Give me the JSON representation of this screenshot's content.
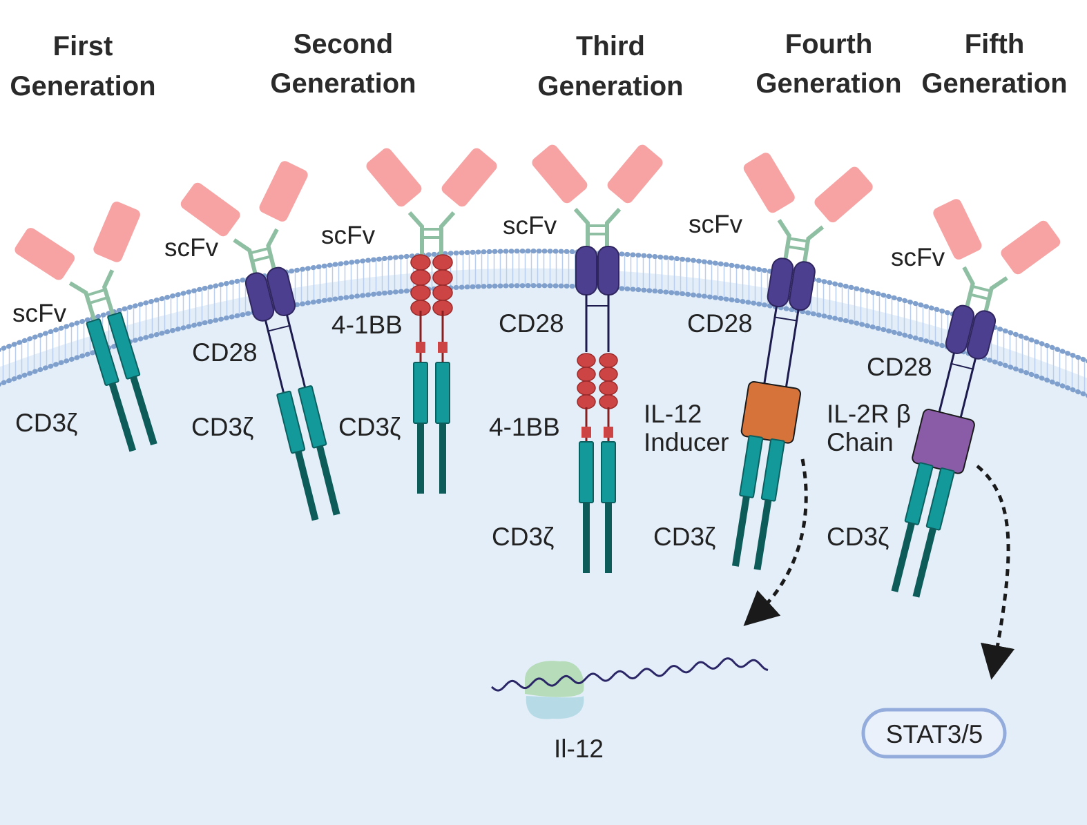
{
  "headers": [
    {
      "line1": "First",
      "line2": "Generation"
    },
    {
      "line1": "Second",
      "line2": "Generation"
    },
    {
      "line1": "Third",
      "line2": "Generation"
    },
    {
      "line1": "Fourth",
      "line2": "Generation"
    },
    {
      "line1": "Fifth",
      "line2": "Generation"
    }
  ],
  "labels": {
    "scfv": "scFv",
    "cd3z": "CD3ζ",
    "cd28": "CD28",
    "bb41": "4-1BB",
    "il12_inducer_1": "IL-12",
    "il12_inducer_2": "Inducer",
    "il2r_1": "IL-2R β",
    "il2r_2": "Chain",
    "il12": "Il-12",
    "stat": "STAT3/5"
  },
  "colors": {
    "cell_interior": "#e3eef9",
    "membrane_dots": "#7f9fcc",
    "scfv_pink": "#f8a3a3",
    "hinge_green": "#8fbfa3",
    "cd3z_teal": "#14999b",
    "cd3z_dark": "#0d5c5a",
    "cd28_purple": "#4d3f8f",
    "bb41_red": "#cc4444",
    "il12_inducer_orange": "#d6733a",
    "il2r_violet": "#8a5ca8"
  }
}
